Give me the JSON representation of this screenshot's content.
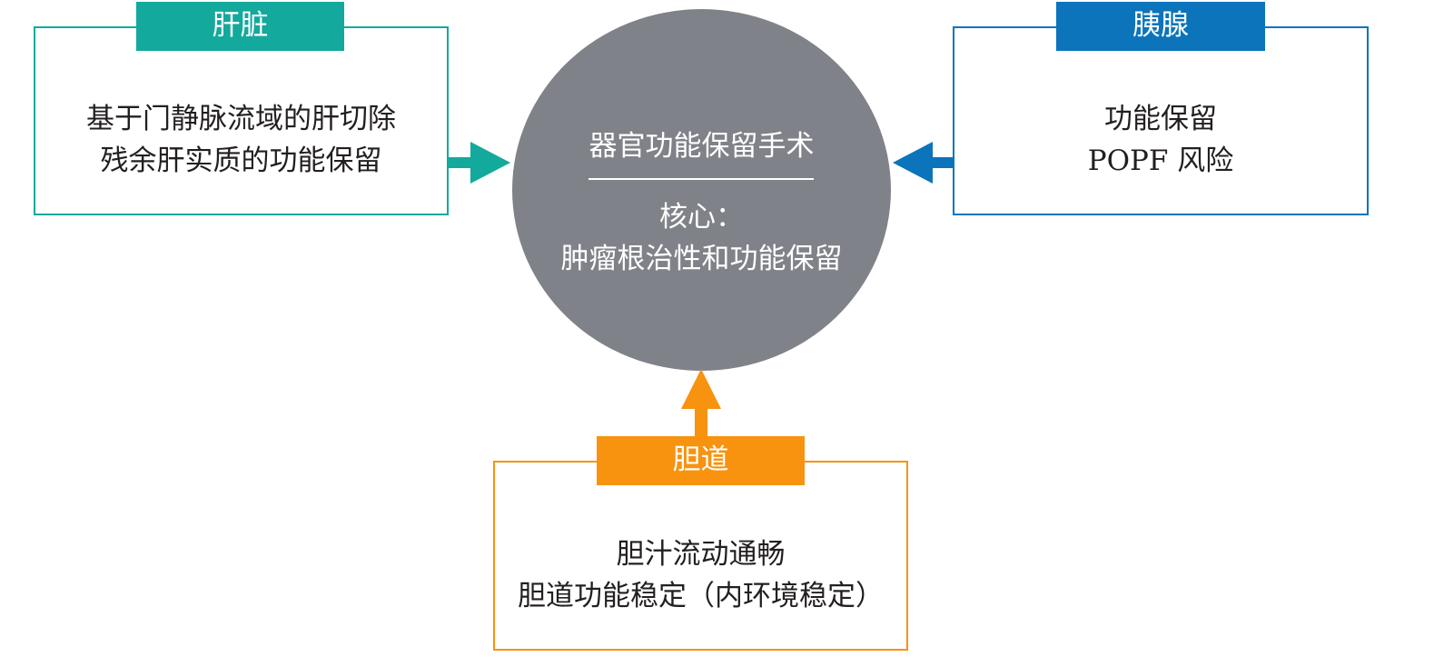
{
  "colors": {
    "liver": "#13a99c",
    "pancreas": "#0b74bb",
    "biliary": "#f7930f",
    "center": "#808289"
  },
  "center": {
    "title": "器官功能保留手术",
    "core_label": "核心：",
    "core_text": "肿瘤根治性和功能保留"
  },
  "liver": {
    "tag": "肝脏",
    "lines": [
      "基于门静脉流域的肝切除",
      "残余肝实质的功能保留"
    ]
  },
  "pancreas": {
    "tag": "胰腺",
    "lines": [
      "功能保留",
      "POPF 风险"
    ]
  },
  "biliary": {
    "tag": "胆道",
    "lines": [
      "胆汁流动通畅",
      "胆道功能稳定（内环境稳定）"
    ]
  }
}
